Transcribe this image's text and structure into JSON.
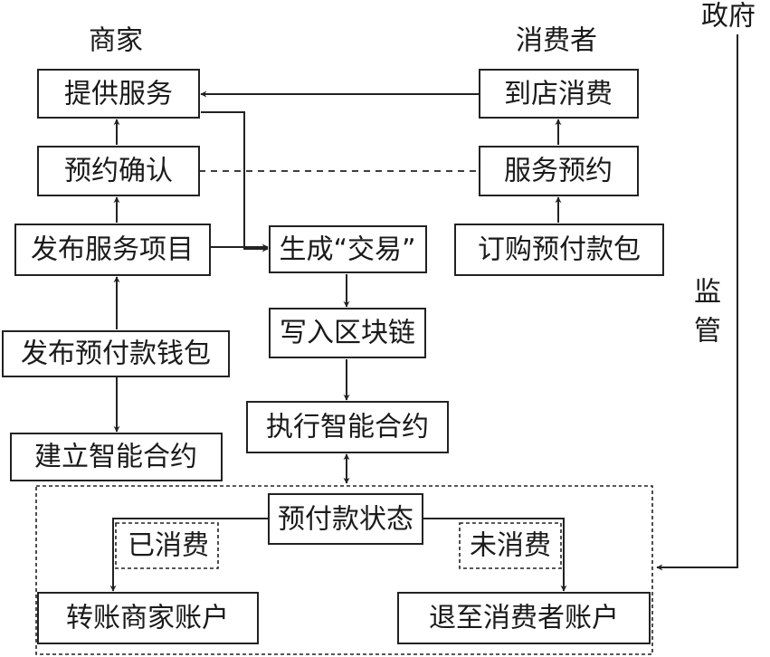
{
  "headers": {
    "merchant": "商家",
    "consumer": "消费者",
    "government": "政府",
    "supervision_1": "监",
    "supervision_2": "管"
  },
  "merchant_nodes": {
    "provide_service": "提供服务",
    "booking_confirm": "预约确认",
    "publish_service": "发布服务项目",
    "publish_wallet": "发布预付款钱包",
    "build_contract": "建立智能合约"
  },
  "consumer_nodes": {
    "store_consume": "到店消费",
    "service_booking": "服务预约",
    "order_package": "订购预付款包"
  },
  "chain_nodes": {
    "generate_tx": "生成“交易”",
    "write_chain": "写入区块链",
    "exec_contract": "执行智能合约"
  },
  "state_nodes": {
    "prepay_state": "预付款状态",
    "consumed": "已消费",
    "unconsumed": "未消费",
    "to_merchant": "转账商家账户",
    "refund_consumer": "退至消费者账户"
  }
}
